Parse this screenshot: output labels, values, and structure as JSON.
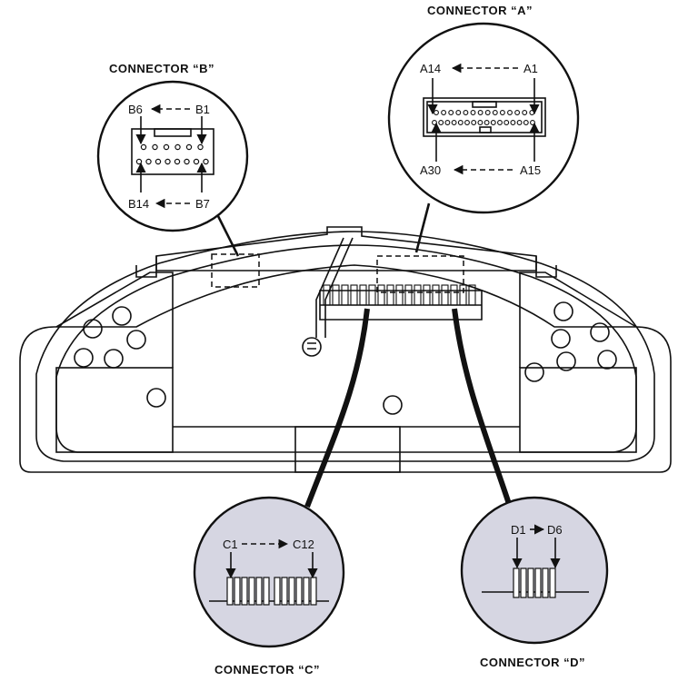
{
  "connectors": {
    "a": {
      "title": "CONNECTOR “A”",
      "pin_top_left": "A14",
      "pin_top_right": "A1",
      "pin_bottom_left": "A30",
      "pin_bottom_right": "A15"
    },
    "b": {
      "title": "CONNECTOR “B”",
      "pin_top_left": "B6",
      "pin_top_right": "B1",
      "pin_bottom_left": "B14",
      "pin_bottom_right": "B7"
    },
    "c": {
      "title": "CONNECTOR “C”",
      "pin_left": "C1",
      "pin_right": "C12"
    },
    "d": {
      "title": "CONNECTOR “D”",
      "pin_left": "D1",
      "pin_right": "D6"
    }
  },
  "colors": {
    "line": "#111111",
    "lower_circle_fill": "#d6d6e2",
    "background": "#ffffff"
  }
}
